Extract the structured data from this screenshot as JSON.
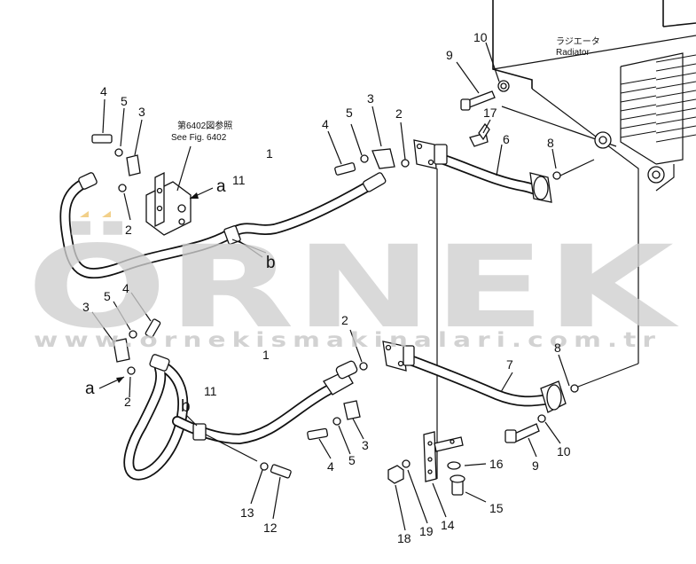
{
  "watermark": {
    "brand": "ÖRNEK",
    "url": "www.ornekismakinalari.com.tr"
  },
  "header": {
    "radiator_jp": "ラジエータ",
    "radiator_en": "Radiator",
    "ref_jp": "第6402図参照",
    "ref_en": "See Fig. 6402"
  },
  "callouts": {
    "a_top": "a",
    "a_left": "a",
    "b_top": "b",
    "b_left": "b",
    "p1_top": "1",
    "p1_bottom": "1",
    "p2_top_left": "2",
    "p2_top_center": "2",
    "p2_mid_left": "2",
    "p2_mid_center": "2",
    "p3_top_left": "3",
    "p3_top_center": "3",
    "p3_mid_left": "3",
    "p3_bottom_center": "3",
    "p4_top_left": "4",
    "p4_top_center": "4",
    "p4_mid_left": "4",
    "p4_bottom_center": "4",
    "p5_top_left": "5",
    "p5_top_center": "5",
    "p5_mid_left": "5",
    "p5_bottom_center": "5",
    "p6": "6",
    "p7": "7",
    "p8_top": "8",
    "p8_mid": "8",
    "p9_top": "9",
    "p9_bottom": "9",
    "p10_top": "10",
    "p10_bottom": "10",
    "p11_top": "11",
    "p11_bottom": "11",
    "p12": "12",
    "p13": "13",
    "p14": "14",
    "p15": "15",
    "p16": "16",
    "p17": "17",
    "p18": "18",
    "p19": "19"
  }
}
